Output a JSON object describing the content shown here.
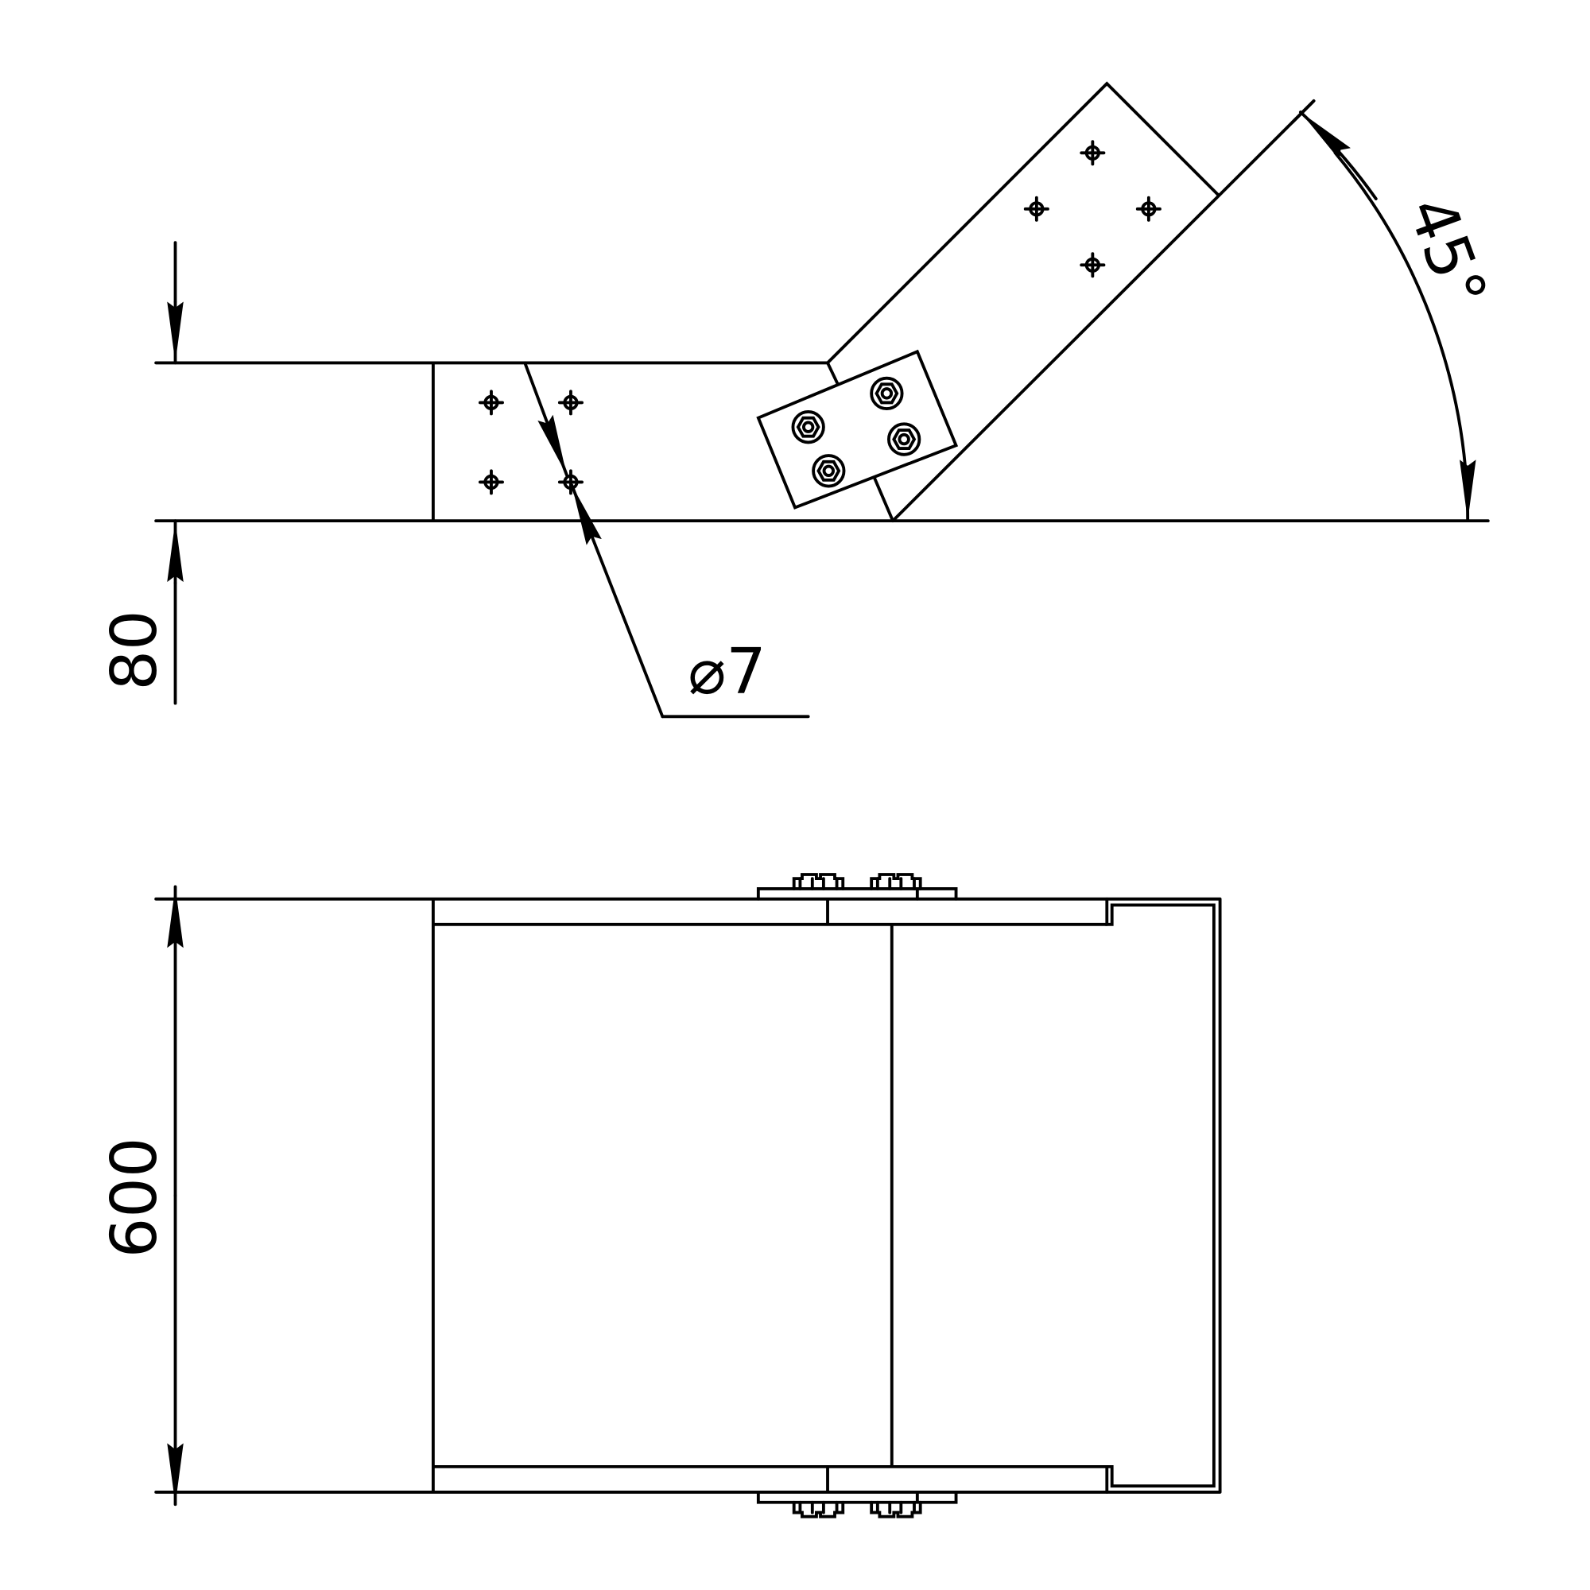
{
  "dimensions": {
    "height_top_view": "80",
    "width_bottom_view": "600",
    "hole_diameter": "⌀7",
    "bend_angle": "45°"
  },
  "colors": {
    "line": "#000000",
    "background": "#ffffff"
  }
}
